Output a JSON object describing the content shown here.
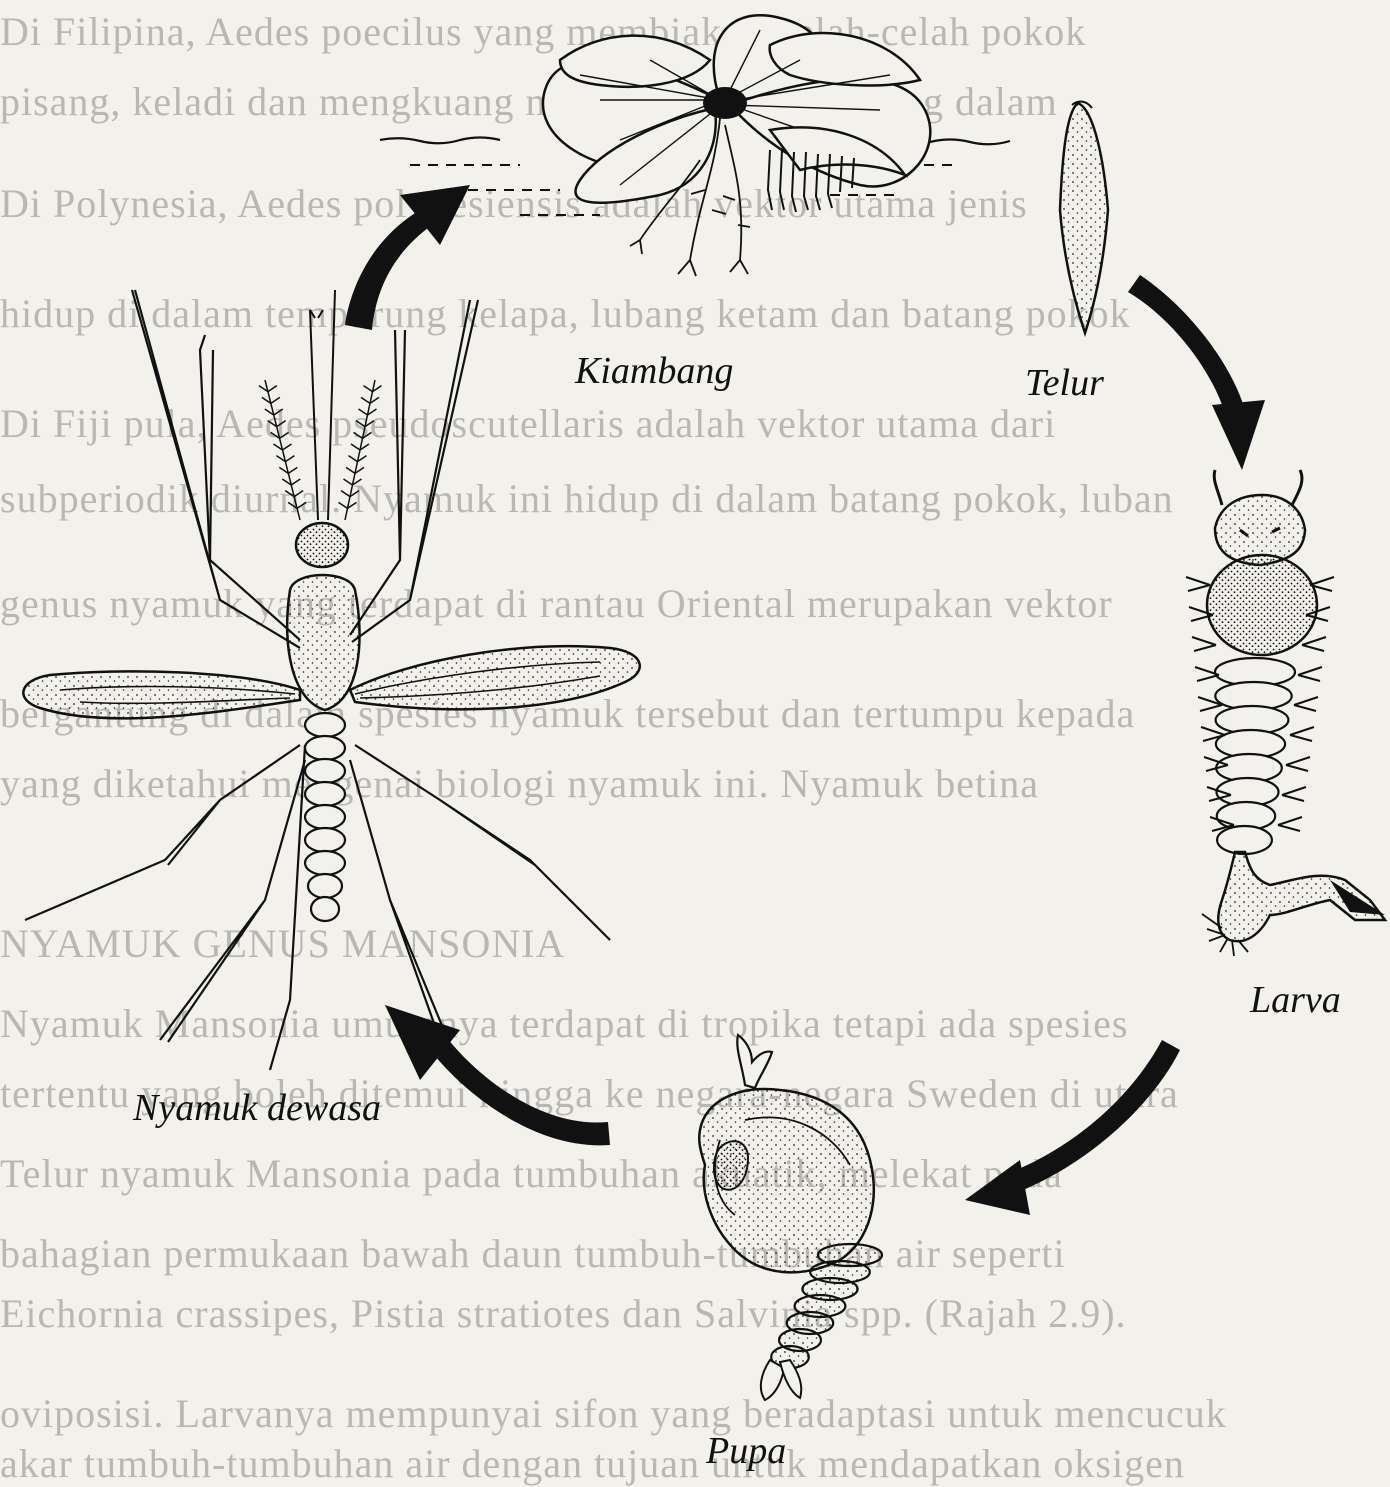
{
  "labels": {
    "kiambang": "Kiambang",
    "telur": "Telur",
    "larva": "Larva",
    "pupa": "Pupa",
    "nyamuk_dewasa": "Nyamuk dewasa"
  },
  "colors": {
    "ink": "#111111",
    "paper": "#f3f1ec",
    "bleed_text": "#b9b7b2"
  },
  "icons": [
    "kiambang-plant-icon",
    "egg-icon",
    "larva-icon",
    "pupa-icon",
    "adult-mosquito-icon",
    "cycle-arrow-icon"
  ]
}
